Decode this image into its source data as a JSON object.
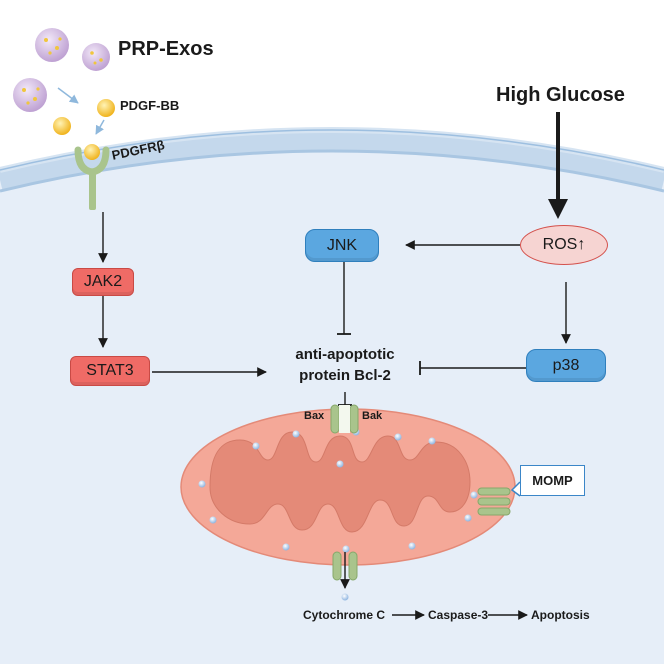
{
  "labels": {
    "prp_exos": "PRP-Exos",
    "pdgf_bb": "PDGF-BB",
    "pdgfr": "PDGFRβ",
    "high_glucose": "High Glucose",
    "bcl2_line1": "anti-apoptotic",
    "bcl2_line2": "protein Bcl-2",
    "bax": "Bax",
    "bak": "Bak",
    "momp": "MOMP",
    "cytochrome": "Cytochrome C",
    "caspase": "Caspase-3",
    "apoptosis": "Apoptosis"
  },
  "nodes": {
    "jak2": "JAK2",
    "stat3": "STAT3",
    "jnk": "JNK",
    "ros": "ROS↑",
    "p38": "p38"
  },
  "colors": {
    "cell_fill": "#e6eef8",
    "membrane": "#bcd4ea",
    "node_red": "#ef6b66",
    "node_blue": "#5ba7e0",
    "ros_fill": "#f6d4d2",
    "mito_outer": "#f4a898",
    "mito_inner": "#e48a78",
    "channel_green": "#a9c48c",
    "vesicle_purple": "#d7c3e4",
    "ligand_yellow": "#f3c13a"
  }
}
